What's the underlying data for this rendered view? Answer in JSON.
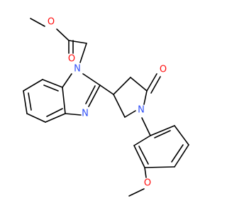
{
  "structure": {
    "atoms": {
      "o_ester_carbonyl": {
        "symbol": "O",
        "color": "#ff0d0d"
      },
      "o_ester_methoxy": {
        "symbol": "O",
        "color": "#ff0d0d"
      },
      "n_benzimidazole_1": {
        "symbol": "N",
        "color": "#3050f8"
      },
      "n_benzimidazole_3": {
        "symbol": "N",
        "color": "#3050f8"
      },
      "o_lactam": {
        "symbol": "O",
        "color": "#ff0d0d"
      },
      "n_pyrrolidinone": {
        "symbol": "N",
        "color": "#3050f8"
      },
      "o_aryl_methoxy": {
        "symbol": "O",
        "color": "#ff0d0d"
      }
    },
    "bond_color": "#000000"
  }
}
